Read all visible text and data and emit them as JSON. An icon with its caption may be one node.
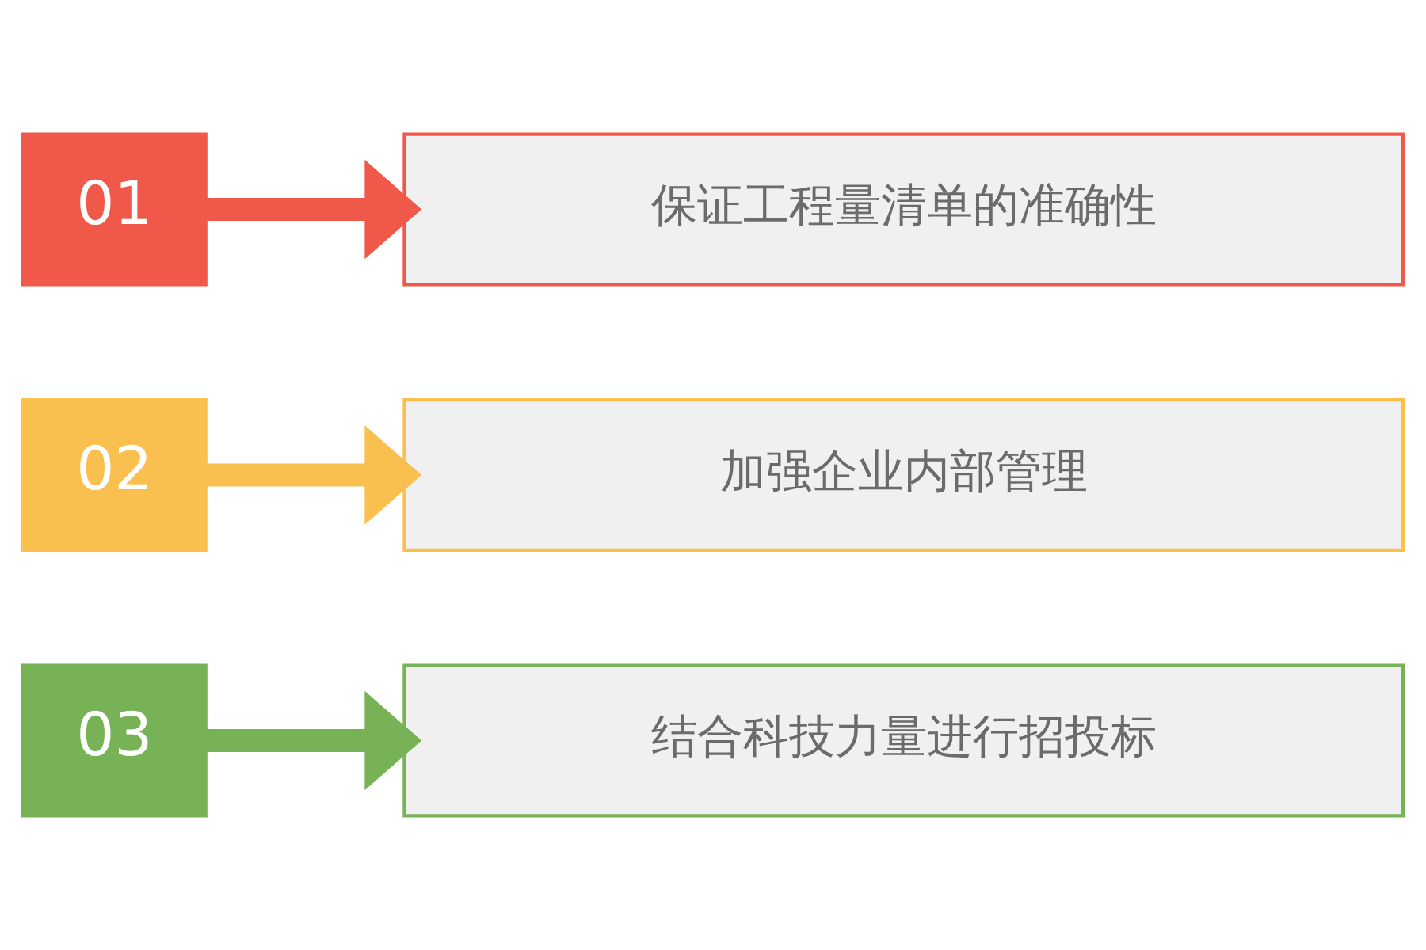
{
  "diagram": {
    "nodes": [
      {
        "text": [
          "01"
        ]
      },
      {
        "text": [
          "保证工程量清单的准确性"
        ]
      },
      {
        "text": [
          "02"
        ]
      },
      {
        "text": [
          "加强企业内部管理"
        ]
      },
      {
        "text": [
          "03"
        ]
      },
      {
        "text": [
          "结合科技力量进行招投标"
        ]
      }
    ],
    "edges": [
      {
        "from": 0,
        "to": 1,
        "arrow": "to",
        "color": "#f0584a"
      },
      {
        "from": 2,
        "to": 3,
        "arrow": "to",
        "color": "#f9c04f"
      },
      {
        "from": 4,
        "to": 5,
        "arrow": "to",
        "color": "#78b257"
      }
    ]
  }
}
